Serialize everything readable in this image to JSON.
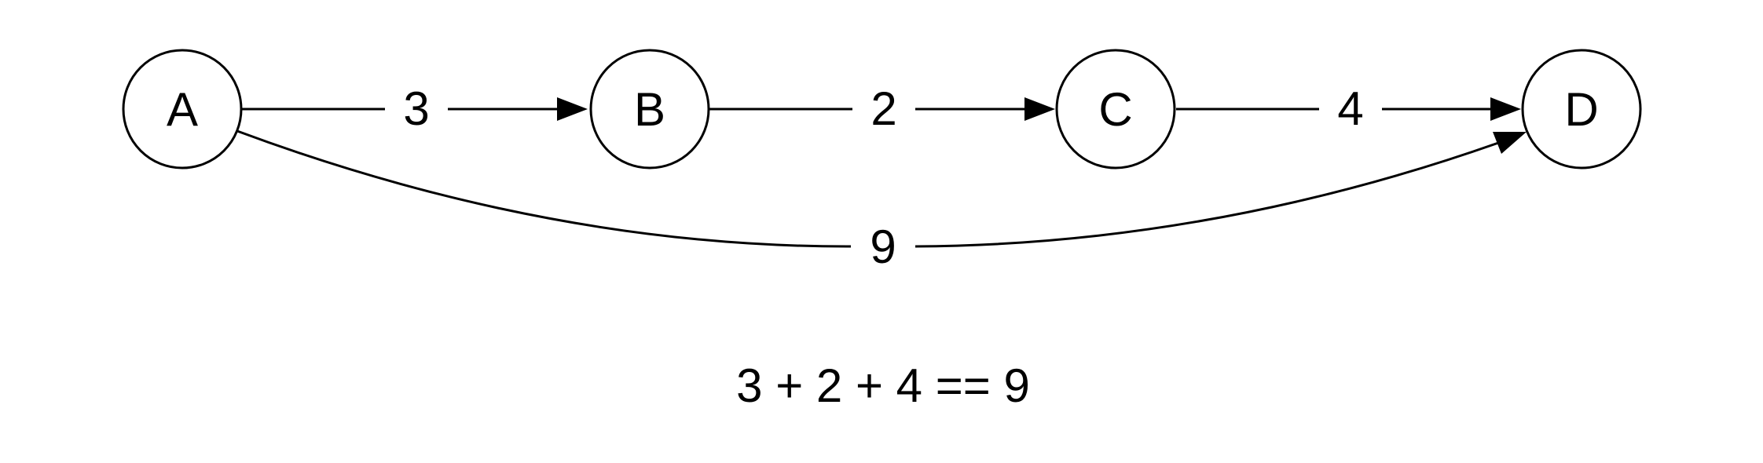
{
  "nodes": {
    "a": "A",
    "b": "B",
    "c": "C",
    "d": "D"
  },
  "edges": {
    "a_b": "3",
    "b_c": "2",
    "c_d": "4",
    "a_d": "9"
  },
  "caption": "3 + 2 + 4 == 9",
  "colors": {
    "stroke": "#000000",
    "background": "#ffffff"
  }
}
